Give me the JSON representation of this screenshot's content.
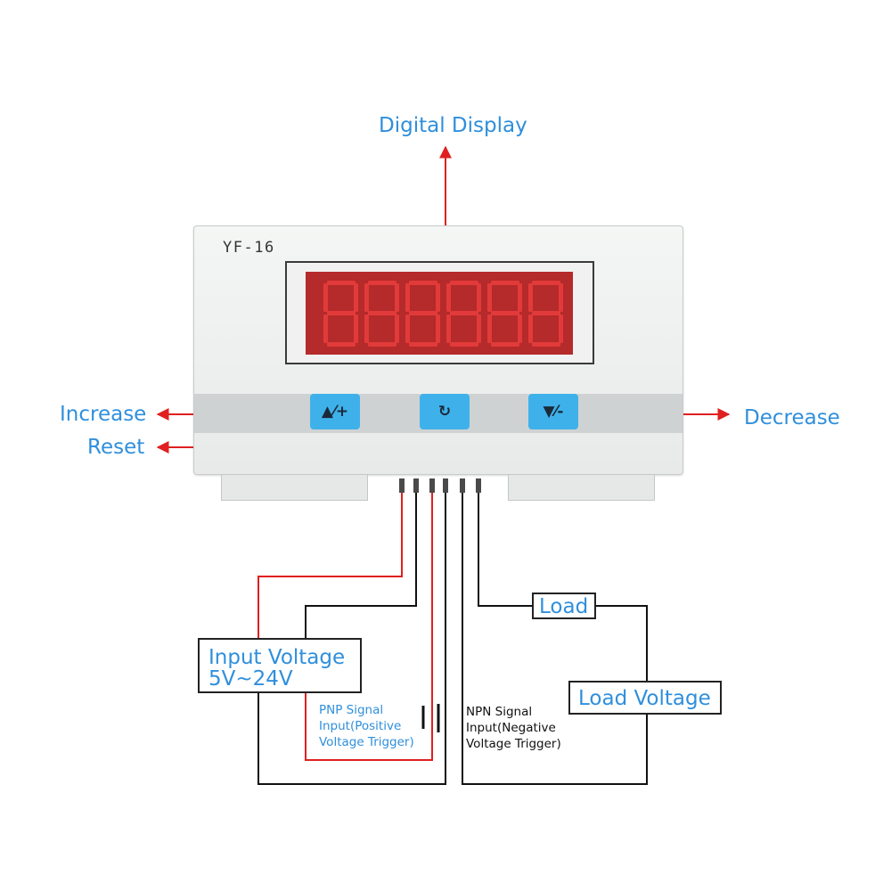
{
  "device": {
    "model": "YF-16",
    "buttons": {
      "increase_glyph": "▲⁄+",
      "reset_glyph": "↻",
      "decrease_glyph": "▼⁄-"
    }
  },
  "labels": {
    "digital_display": "Digital Display",
    "increase": "Increase",
    "reset": "Reset",
    "decrease": "Decrease",
    "load": "Load",
    "input_voltage_line1": "Input Voltage",
    "input_voltage_line2": "5V~24V",
    "load_voltage": "Load Voltage",
    "pnp_signal": "PNP Signal\nInput(Positive\nVoltage Trigger)",
    "npn_signal": "NPN Signal\nInput(Negative\nVoltage Trigger)"
  },
  "colors": {
    "label_blue": "#2f8fdc",
    "arrow_red": "#e02020",
    "wire_red": "#e02020",
    "wire_black": "#111111",
    "button_blue": "#3fb1ea",
    "display_red": "#b52a2a"
  }
}
